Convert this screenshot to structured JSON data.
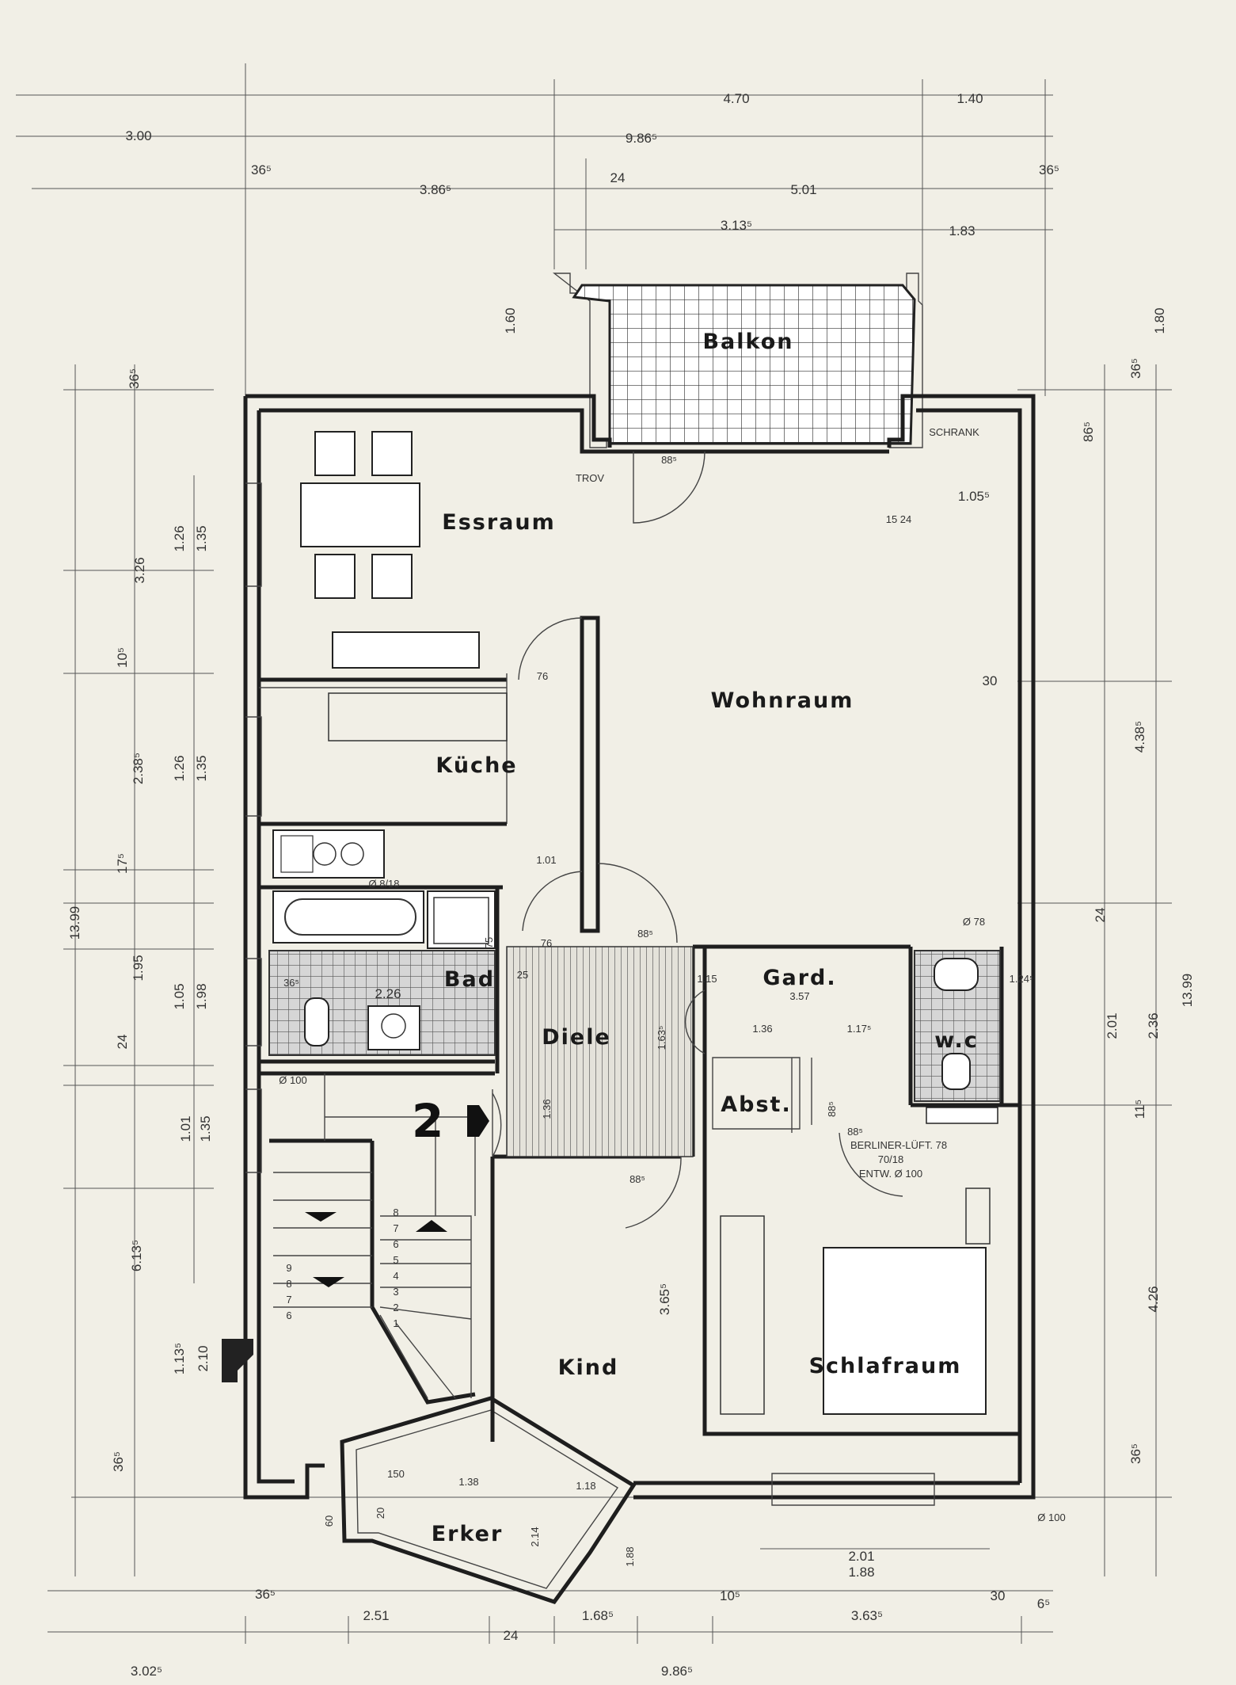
{
  "rooms": {
    "balkon": "Balkon",
    "essraum": "Essraum",
    "wohnraum": "Wohnraum",
    "kueche": "Küche",
    "bad": "Bad",
    "diele": "Diele",
    "gard": "Gard.",
    "wc": "w.c",
    "abst": "Abst.",
    "kind": "Kind",
    "schlafraum": "Schlafraum",
    "erker": "Erker"
  },
  "staircase_number": "2",
  "notes": {
    "schranke": "SCHRANK",
    "trov": "TROV",
    "lueftung_1": "BERLINER-LÜFT. 78",
    "lueftung_2": "70/18",
    "lueftung_3": "ENTW. Ø 100",
    "entw_top": "Ø 78",
    "entw_bath": "Ø 100",
    "entw_bottom": "Ø 100",
    "entw_bad": "Ø 8/18"
  },
  "dims_top": {
    "d300": "3.00",
    "d986": "9.86⁵",
    "d470": "4.70",
    "d140": "1.40",
    "d365a": "36⁵",
    "d386": "3.86⁵",
    "d24": "24",
    "d501": "5.01",
    "d365b": "36⁵",
    "d313": "3.13⁵",
    "d183": "1.83",
    "d160": "1.60",
    "d180": "1.80"
  },
  "dims_left": {
    "d1399": "13.99",
    "d365": "36⁵",
    "d326": "3.26",
    "d126a": "1.26",
    "d135a": "1.35",
    "d109": "10⁵",
    "d238": "2.38⁵",
    "d126b": "1.26",
    "d135b": "1.35",
    "d175": "17⁵",
    "d195": "1.95",
    "d105": "1.05",
    "d198": "1.98",
    "d24": "24",
    "d101": "1.01",
    "d135c": "1.35",
    "d613": "6.13⁵",
    "d113": "1.13⁵",
    "d210": "2.10",
    "d365c": "36⁵"
  },
  "dims_right": {
    "d1399": "13.99",
    "d365a": "36⁵",
    "d86": "86⁵",
    "d438": "4.38⁵",
    "d24": "24",
    "d201": "2.01",
    "d236": "2.36",
    "d115": "11⁵",
    "d426": "4.26",
    "d365b": "36⁵"
  },
  "dims_bottom": {
    "d365": "36⁵",
    "d251": "2.51",
    "d24": "24",
    "d168": "1.68⁵",
    "d10": "10⁵",
    "d363": "3.63⁵",
    "d30": "30",
    "d6": "6⁵",
    "d302": "3.02⁵",
    "d986": "9.86⁵",
    "d201": "2.01",
    "d188": "1.88"
  },
  "dims_inner": {
    "d885": "88⁵",
    "d105": "1.05⁵",
    "d1524": "15 24",
    "d76": "76",
    "d30": "30",
    "d101": "1.01",
    "d76b": "76",
    "d885b": "88⁵",
    "d226": "2.26",
    "d265": "36⁵",
    "d163": "1.63⁵",
    "d136": "1.36",
    "d117": "1.17⁵",
    "d357": "3.57",
    "d365": "3.65⁵",
    "d1365": "1.36",
    "d88c": "88⁵",
    "d88d": "88⁵",
    "d88e": "88⁵",
    "d150": "150",
    "d138": "1.38",
    "d118": "1.18",
    "d60": "60",
    "d20": "20",
    "d214": "2.14",
    "d75": "75",
    "d25": "25",
    "d115": "1.15",
    "d1245": "1.24⁵",
    "d188": "1.88"
  },
  "stair_steps": [
    "8",
    "7",
    "6",
    "5",
    "4",
    "3",
    "2",
    "1"
  ],
  "stair_steps_left": [
    "9",
    "8",
    "7",
    "6"
  ]
}
